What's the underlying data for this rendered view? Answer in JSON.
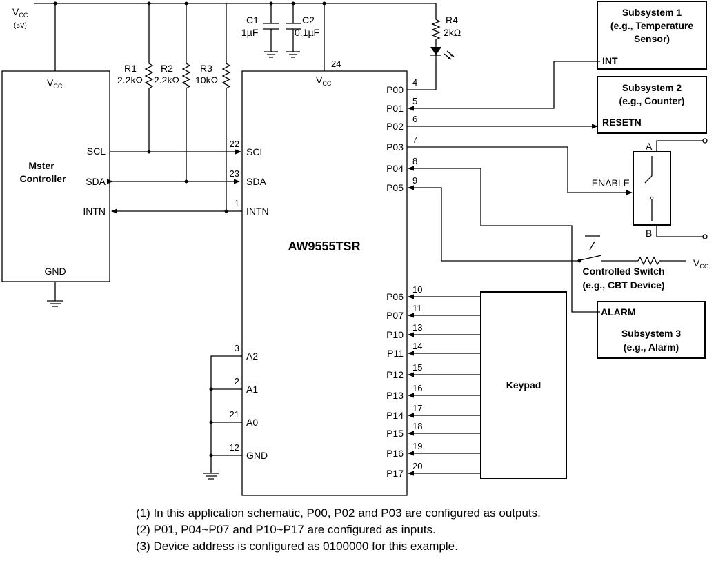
{
  "supply": {
    "vcc": "V",
    "vcc_sub": "CC",
    "voltage": "(5V)"
  },
  "resistors": [
    {
      "name": "R1",
      "value": "2.2kΩ"
    },
    {
      "name": "R2",
      "value": "2.2kΩ"
    },
    {
      "name": "R3",
      "value": "10kΩ"
    },
    {
      "name": "R4",
      "value": "2kΩ"
    }
  ],
  "capacitors": [
    {
      "name": "C1",
      "value": "1µF"
    },
    {
      "name": "C2",
      "value": "0.1µF"
    }
  ],
  "master": {
    "title_line1": "Mster",
    "title_line2": "Controller",
    "vcc": "V",
    "vcc_sub": "CC",
    "scl": "SCL",
    "sda": "SDA",
    "intn": "INTN",
    "gnd": "GND"
  },
  "chip": {
    "name": "AW9555TSR",
    "vcc": "V",
    "vcc_sub": "CC",
    "vcc_pin": "24",
    "left_pins": [
      {
        "label": "SCL",
        "num": "22"
      },
      {
        "label": "SDA",
        "num": "23"
      },
      {
        "label": "INTN",
        "num": "1"
      },
      {
        "label": "A2",
        "num": "3"
      },
      {
        "label": "A1",
        "num": "2"
      },
      {
        "label": "A0",
        "num": "21"
      },
      {
        "label": "GND",
        "num": "12"
      }
    ],
    "right_pins": [
      {
        "label": "P00",
        "num": "4"
      },
      {
        "label": "P01",
        "num": "5"
      },
      {
        "label": "P02",
        "num": "6"
      },
      {
        "label": "P03",
        "num": "7"
      },
      {
        "label": "P04",
        "num": "8"
      },
      {
        "label": "P05",
        "num": "9"
      },
      {
        "label": "P06",
        "num": "10"
      },
      {
        "label": "P07",
        "num": "11"
      },
      {
        "label": "P10",
        "num": "13"
      },
      {
        "label": "P11",
        "num": "14"
      },
      {
        "label": "P12",
        "num": "15"
      },
      {
        "label": "P13",
        "num": "16"
      },
      {
        "label": "P14",
        "num": "17"
      },
      {
        "label": "P15",
        "num": "18"
      },
      {
        "label": "P16",
        "num": "19"
      },
      {
        "label": "P17",
        "num": "20"
      }
    ]
  },
  "subsystem1": {
    "line1": "Subsystem 1",
    "line2": "(e.g., Temperature",
    "line3": "Sensor)",
    "pin": "INT"
  },
  "subsystem2": {
    "line1": "Subsystem 2",
    "line2": "(e.g., Counter)",
    "pin": "RESETN"
  },
  "subsystem3": {
    "line1": "Subsystem 3",
    "line2": "(e.g., Alarm)",
    "pin": "ALARM"
  },
  "switch": {
    "enable": "ENABLE",
    "a": "A",
    "b": "B"
  },
  "controlled_switch": {
    "line1": "Controlled Switch",
    "line2": "(e.g., CBT Device)",
    "vcc": "V",
    "vcc_sub": "CC"
  },
  "keypad": {
    "label": "Keypad"
  },
  "notes": [
    "(1) In this application schematic, P00, P02 and P03 are configured as outputs.",
    "(2) P01, P04~P07 and P10~P17 are configured as inputs.",
    "(3) Device address is configured as 0100000 for this example."
  ]
}
